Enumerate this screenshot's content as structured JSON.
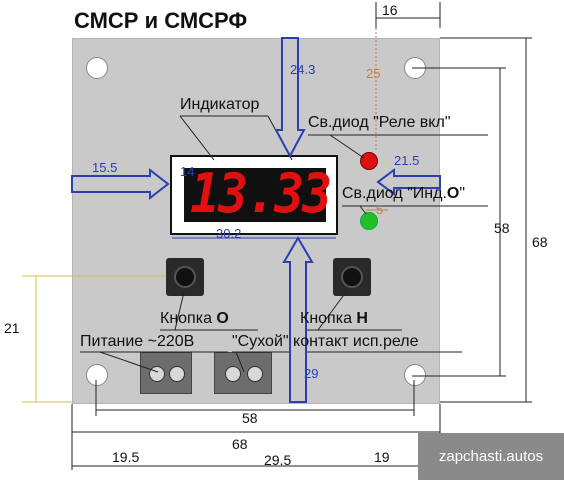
{
  "title": "СМСР и СМСРФ",
  "display": {
    "value": "13.33"
  },
  "labels": {
    "indicator": "Индикатор",
    "led_relay": "Св.диод \"Реле вкл\"",
    "led_ind_prefix": "Св.диод \"Инд.",
    "led_ind_bold": "О",
    "led_ind_suffix": "\"",
    "button_o_prefix": "Кнопка ",
    "button_o_bold": "О",
    "button_n_prefix": "Кнопка ",
    "button_n_bold": "Н",
    "power": "Питание ~220В",
    "dry_contact": "\"Сухой\" контакт исп.реле"
  },
  "dimensions": {
    "top_16": "16",
    "v_24_3": "24.3",
    "v_25": "25",
    "h_15_5": "15.5",
    "d_14": "14",
    "h_21_5": "21.5",
    "small_5": "5",
    "w_30_2": "30.2",
    "right_58": "58",
    "right_68": "68",
    "left_21": "21",
    "v_29": "29",
    "bottom_58": "58",
    "bottom_68": "68",
    "b_19_5": "19.5",
    "b_29_5": "29.5",
    "b_19": "19"
  },
  "colors": {
    "led_red": "#e01010",
    "led_green": "#22c022",
    "arrow_blue": "#2b3fb0"
  },
  "watermark": "zapchasti.autos"
}
